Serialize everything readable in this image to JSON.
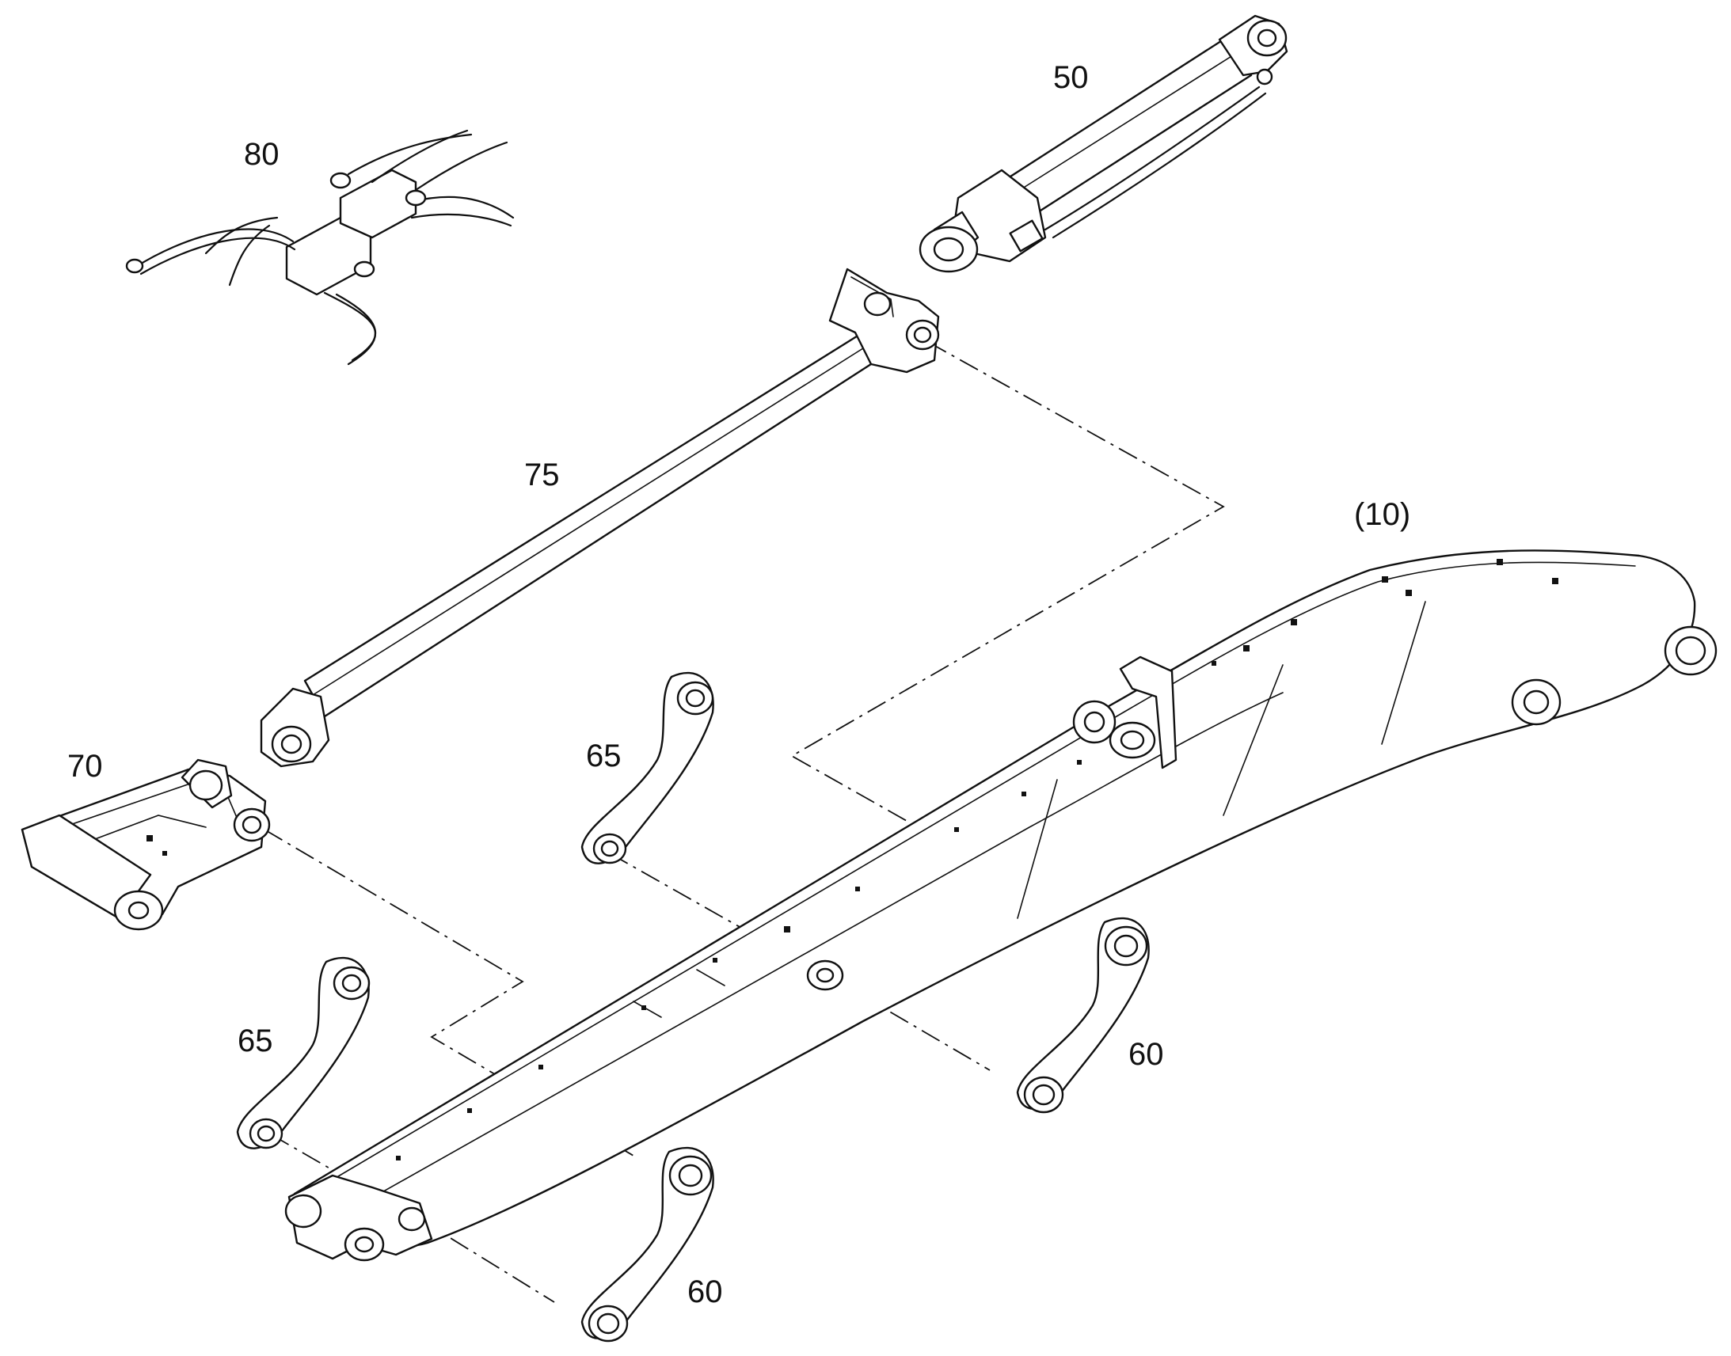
{
  "callouts": {
    "part_50": "50",
    "part_80": "80",
    "part_75": "75",
    "part_10": "(10)",
    "part_65_upper": "65",
    "part_70": "70",
    "part_65_lower": "65",
    "part_60_right": "60",
    "part_60_lower": "60"
  },
  "colors": {
    "line": "#111111",
    "background": "#ffffff"
  }
}
